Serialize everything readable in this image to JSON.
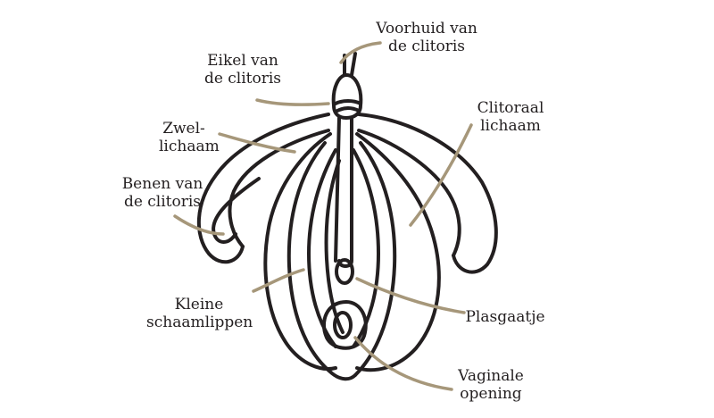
{
  "colors": {
    "ink": "#231f20",
    "leader": "#a6977a",
    "background": "#ffffff"
  },
  "labels": {
    "foreskin": {
      "line1": "Voorhuid van",
      "line2": "de clitoris"
    },
    "glans": {
      "line1": "Eikel van",
      "line2": "de clitoris"
    },
    "corpus": {
      "line1": "Clitoraal",
      "line2": "lichaam"
    },
    "bulbs": {
      "line1": "Zwel-",
      "line2": "lichaam"
    },
    "crura": {
      "line1": "Benen van",
      "line2": "de clitoris"
    },
    "minora": {
      "line1": "Kleine",
      "line2": "schaamlippen"
    },
    "urethra": {
      "line1": "Plasgaatje"
    },
    "vaginal": {
      "line1": "Vaginale",
      "line2": "opening"
    }
  }
}
